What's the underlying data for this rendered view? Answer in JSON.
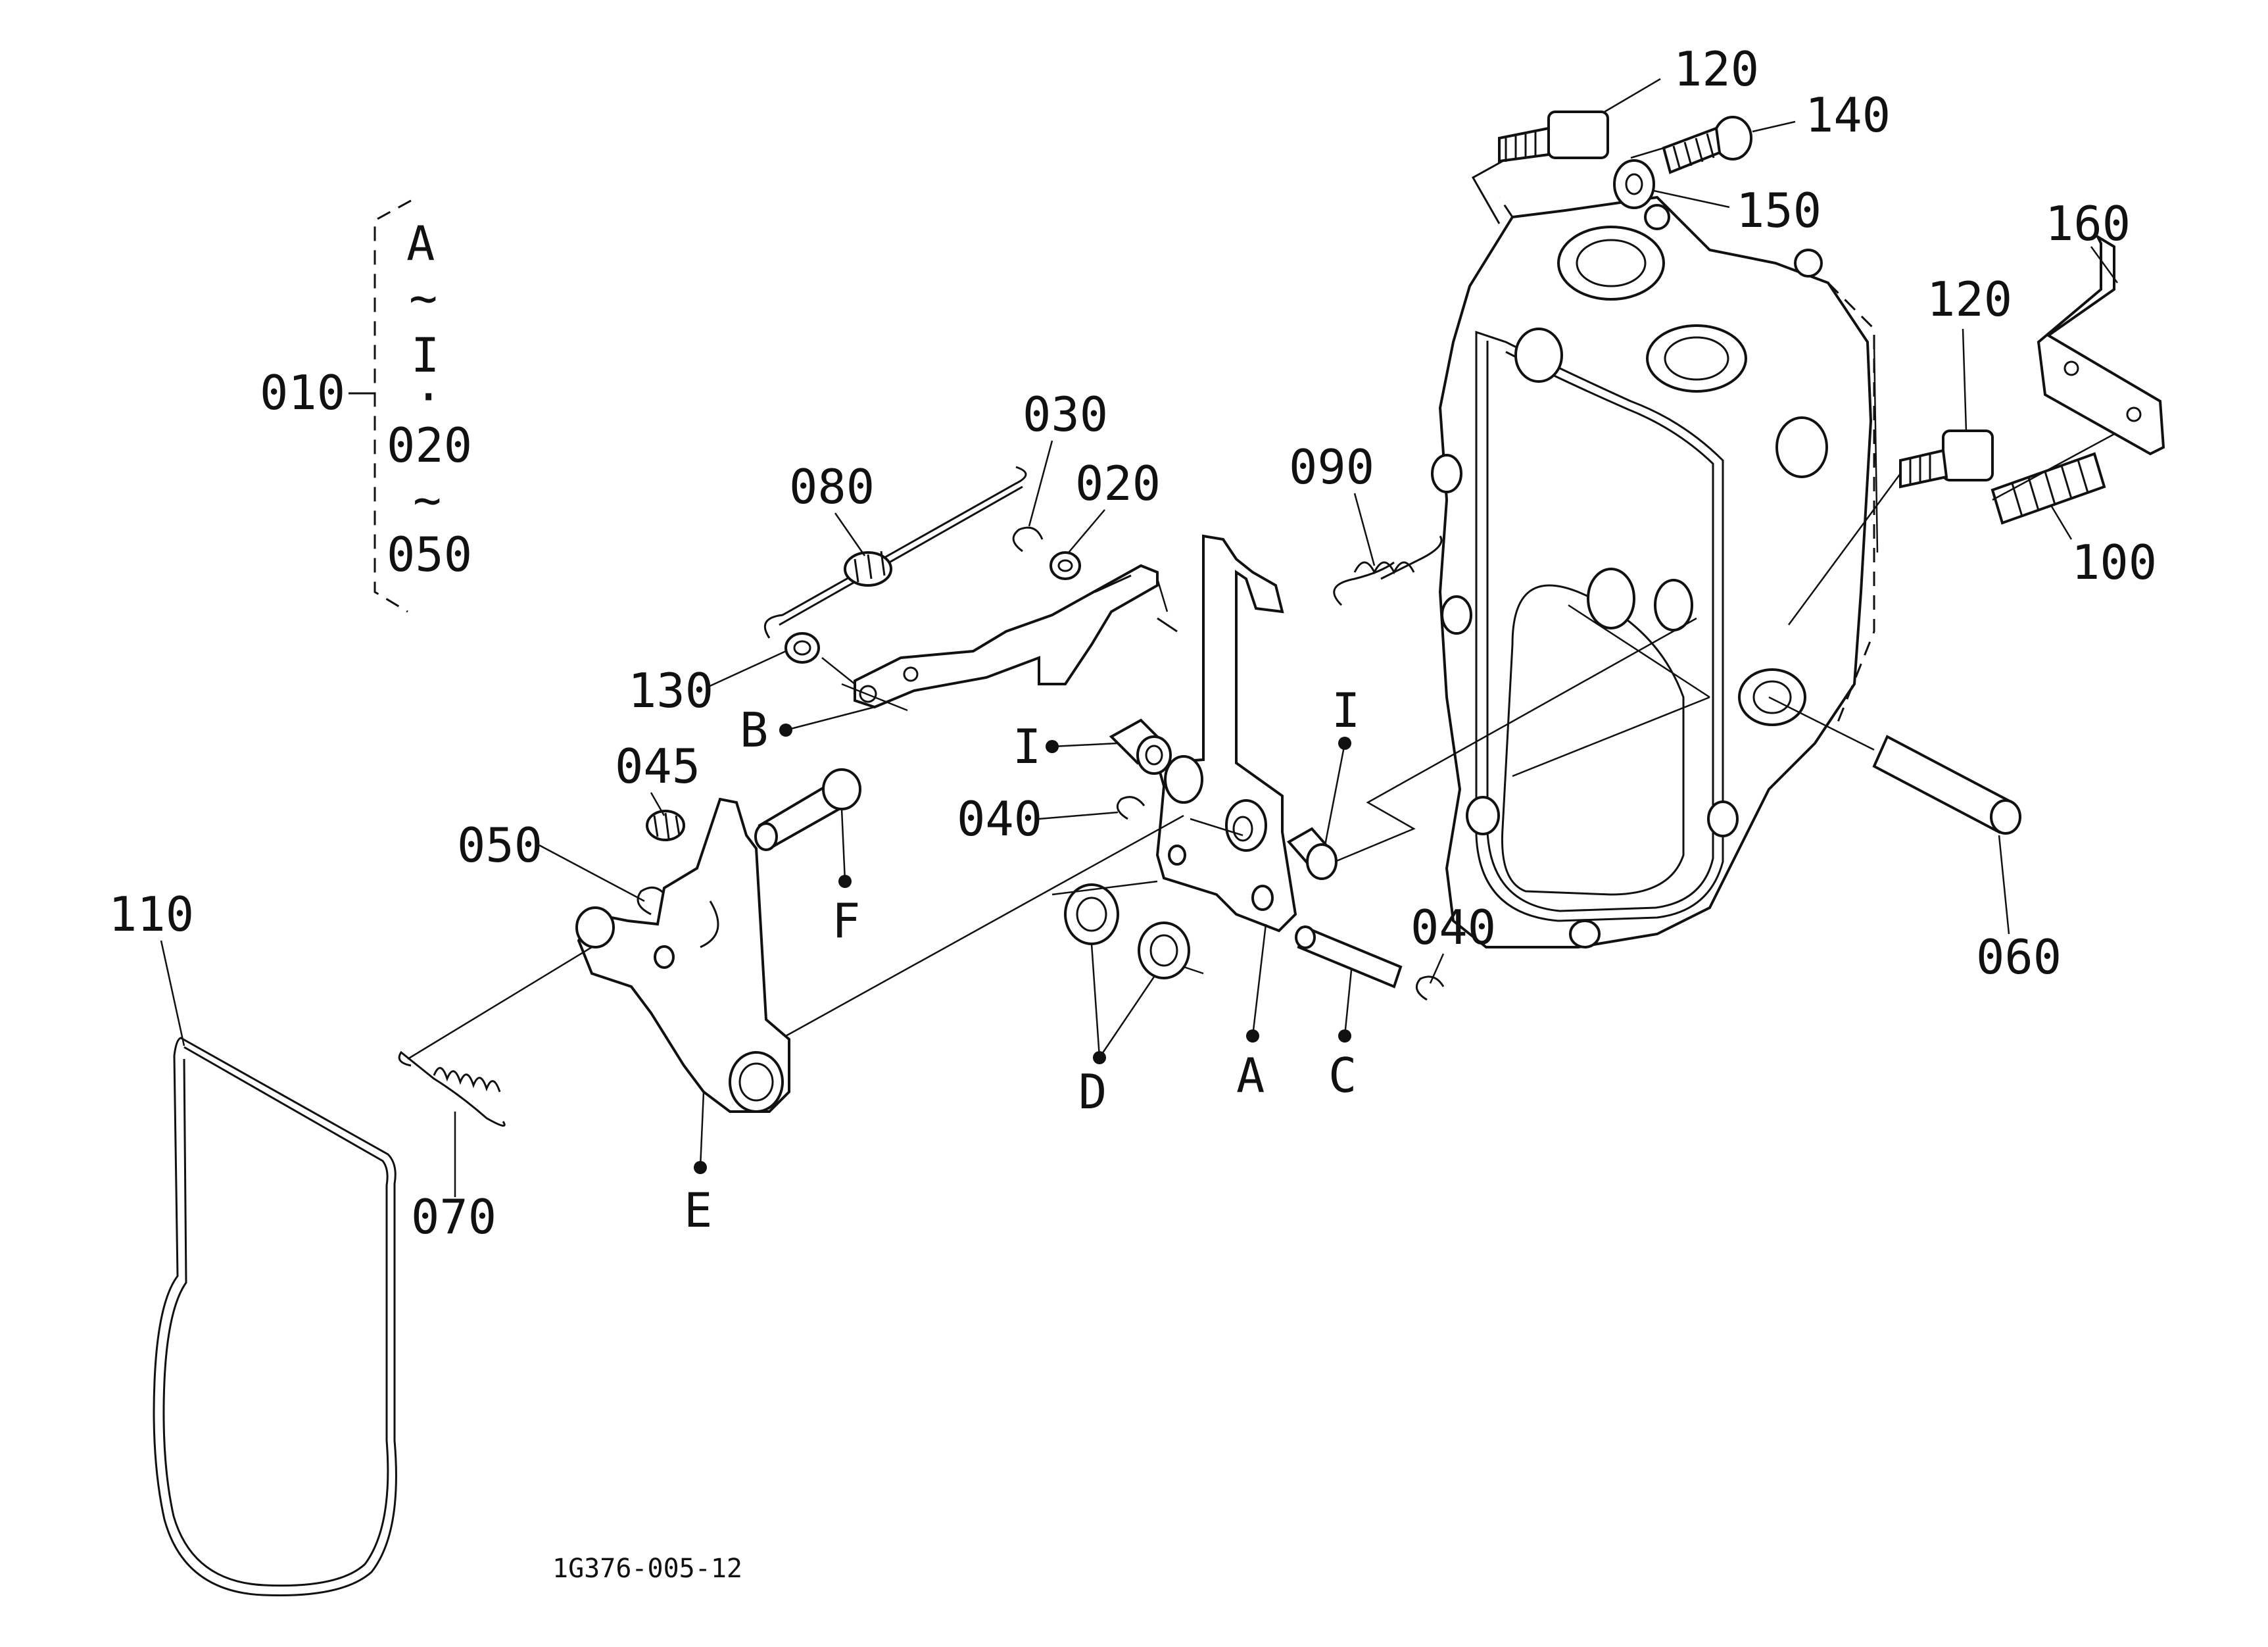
{
  "drawing_number": "1G376-005-12",
  "bracket": {
    "label": "010",
    "lines": [
      "A",
      "~",
      "I",
      "·",
      "020",
      "~",
      "050"
    ]
  },
  "callouts": {
    "c120_top": "120",
    "c140": "140",
    "c150": "150",
    "c160": "160",
    "c120_right": "120",
    "c100": "100",
    "c090": "090",
    "c030": "030",
    "c020": "020",
    "c080": "080",
    "c130": "130",
    "cB": "B",
    "cI_left": "I",
    "cI_right": "I",
    "c040_left": "040",
    "c045": "045",
    "c050": "050",
    "cF": "F",
    "c110": "110",
    "c070": "070",
    "cE": "E",
    "cD": "D",
    "cA": "A",
    "cC": "C",
    "c040_right": "040",
    "c060": "060"
  }
}
